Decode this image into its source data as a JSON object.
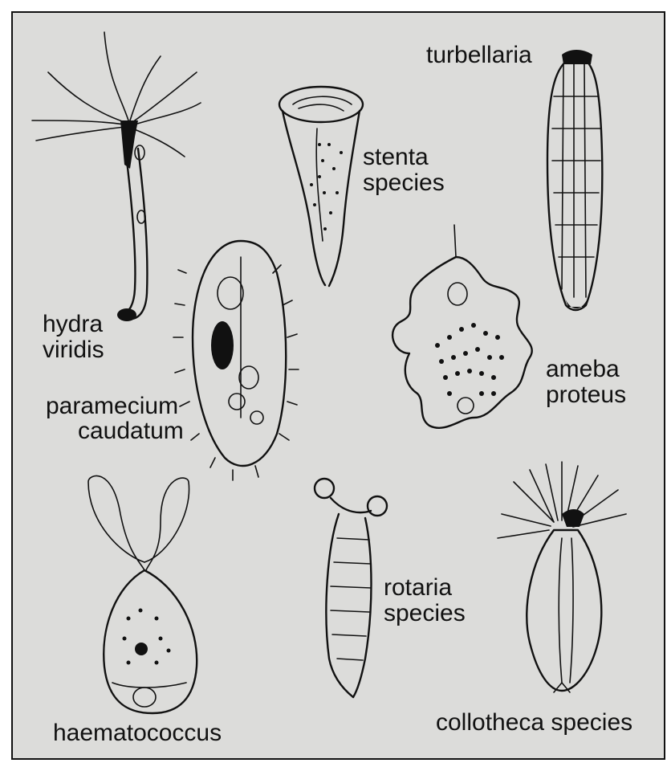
{
  "labels": {
    "turbellaria": "turbellaria",
    "stenta_line1": "stenta",
    "stenta_line2": "species",
    "hydra_line1": "hydra",
    "hydra_line2": "viridis",
    "ameba_line1": "ameba",
    "ameba_line2": "proteus",
    "paramecium_line1": "paramecium",
    "paramecium_line2": "caudatum",
    "rotaria_line1": "rotaria",
    "rotaria_line2": "species",
    "haematococcus": "haematococcus",
    "collotheca": "collotheca species"
  },
  "colors": {
    "background": "#dcdcda",
    "ink": "#111111",
    "frame": "#111111"
  }
}
